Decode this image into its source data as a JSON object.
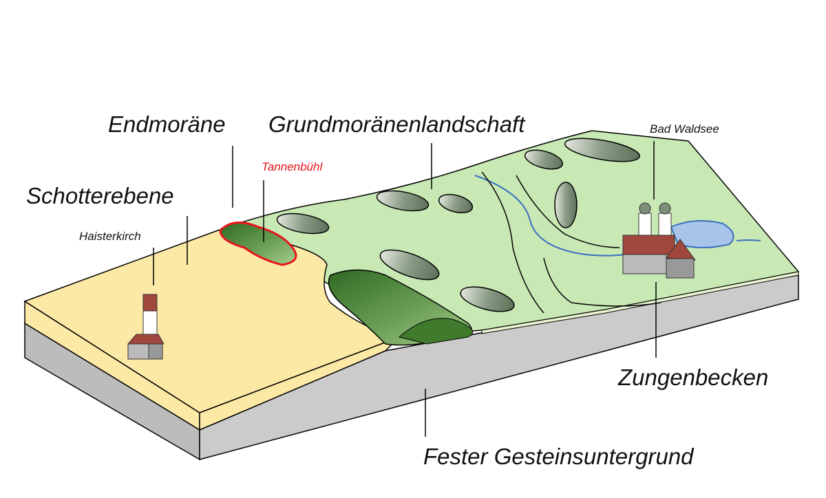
{
  "labels": {
    "endmoraene": "Endmoräne",
    "grundmoraene": "Grundmoränenlandschaft",
    "schotterebene": "Schotterebene",
    "tannenbuehl": "Tannenbühl",
    "haisterkirch": "Haisterkirch",
    "bad_waldsee": "Bad Waldsee",
    "zungenbecken": "Zungenbecken",
    "gestein": "Fester Gesteinsuntergrund"
  },
  "colors": {
    "gravel_plain": "#fdeaa8",
    "ground_moraine": "#c8e8b4",
    "end_moraine": "#3f7a2d",
    "bedrock": "#cbcbcb",
    "lake": "#a8c4e8",
    "highlight": "#e8141b"
  }
}
